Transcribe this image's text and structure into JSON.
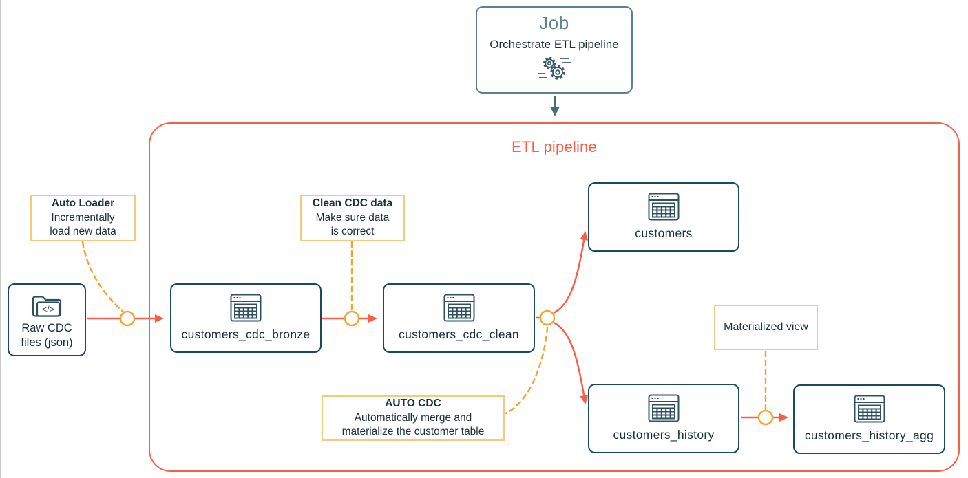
{
  "diagram_title": "ETL pipeline",
  "job": {
    "title": "Job",
    "subtitle": "Orchestrate ETL pipeline",
    "icon": "gears-icon"
  },
  "pipeline": {
    "title": "ETL pipeline"
  },
  "source": {
    "label_line1": "Raw CDC",
    "label_line2": "files (json)",
    "icon": "code-folder-icon",
    "icon_glyph": "</>"
  },
  "nodes": {
    "bronze": {
      "label": "customers_cdc_bronze",
      "icon": "table-icon"
    },
    "clean": {
      "label": "customers_cdc_clean",
      "icon": "table-icon"
    },
    "customers": {
      "label": "customers",
      "icon": "table-icon"
    },
    "history": {
      "label": "customers_history",
      "icon": "table-icon"
    },
    "agg": {
      "label": "customers_history_agg",
      "icon": "table-icon"
    }
  },
  "annotations": {
    "auto_loader": {
      "title": "Auto Loader",
      "line1": "Incrementally",
      "line2": "load new data"
    },
    "clean_cdc": {
      "title": "Clean CDC data",
      "line1": "Make sure data",
      "line2": "is correct"
    },
    "auto_cdc": {
      "title": "AUTO CDC",
      "line1": "Automatically merge and",
      "line2": "materialize the customer table"
    },
    "materialized_view": {
      "label": "Materialized view"
    }
  },
  "colors": {
    "accent_red": "#F95E49",
    "node_border_teal": "#1C4A5C",
    "job_border_slate": "#5E8090",
    "annotation_border_amber": "#F8C87E",
    "connector_amber": "#F3A433",
    "text_dark": "#1B3139"
  }
}
